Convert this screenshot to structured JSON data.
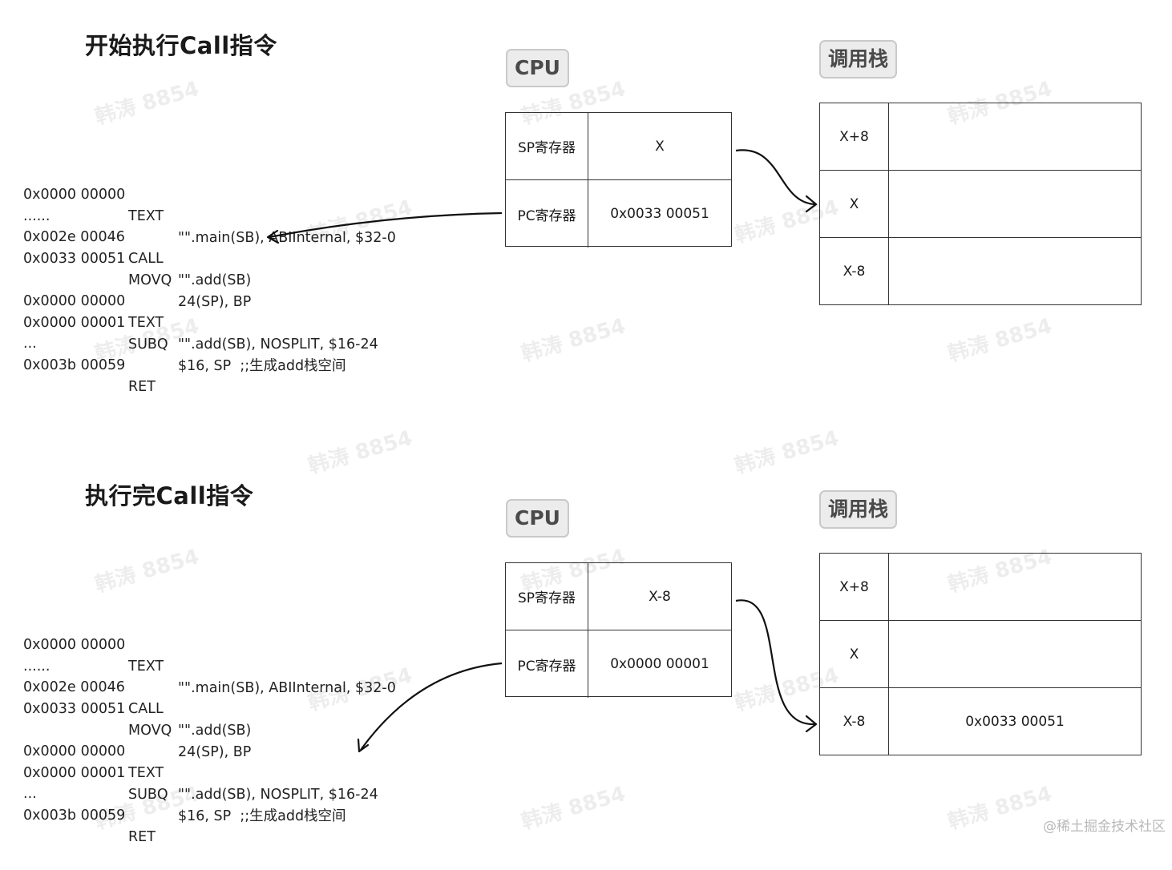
{
  "watermark": "韩涛 8854",
  "footer_credit": "@稀土掘金技术社区",
  "panels": [
    {
      "title": "开始执行Call指令",
      "cpu_tag": "CPU",
      "stack_tag": "调用栈",
      "code": [
        {
          "addr": "0x0000 00000",
          "instr": "TEXT",
          "arg": "\"\".main(SB), ABIInternal, $32-0"
        },
        {
          "addr": "......",
          "instr": "",
          "arg": ""
        },
        {
          "addr": "0x002e 00046",
          "instr": "CALL",
          "arg": "\"\".add(SB)"
        },
        {
          "addr": "0x0033 00051",
          "instr": "MOVQ",
          "arg": "24(SP), BP"
        },
        {
          "addr": "",
          "instr": "",
          "arg": ""
        },
        {
          "addr": "0x0000 00000",
          "instr": "TEXT",
          "arg": "\"\".add(SB), NOSPLIT, $16-24"
        },
        {
          "addr": "0x0000 00001",
          "instr": "SUBQ",
          "arg": "$16, SP  ;;生成add栈空间"
        },
        {
          "addr": "...",
          "instr": "",
          "arg": ""
        },
        {
          "addr": "0x003b 00059",
          "instr": "RET",
          "arg": ""
        }
      ],
      "registers": [
        {
          "name": "SP寄存器",
          "value": "X"
        },
        {
          "name": "PC寄存器",
          "value": "0x0033 00051"
        }
      ],
      "stack": [
        {
          "addr": "X+8",
          "value": ""
        },
        {
          "addr": "X",
          "value": ""
        },
        {
          "addr": "X-8",
          "value": ""
        }
      ]
    },
    {
      "title": "执行完Call指令",
      "cpu_tag": "CPU",
      "stack_tag": "调用栈",
      "code": [
        {
          "addr": "0x0000 00000",
          "instr": "TEXT",
          "arg": "\"\".main(SB), ABIInternal, $32-0"
        },
        {
          "addr": "......",
          "instr": "",
          "arg": ""
        },
        {
          "addr": "0x002e 00046",
          "instr": "CALL",
          "arg": "\"\".add(SB)"
        },
        {
          "addr": "0x0033 00051",
          "instr": "MOVQ",
          "arg": "24(SP), BP"
        },
        {
          "addr": "",
          "instr": "",
          "arg": ""
        },
        {
          "addr": "0x0000 00000",
          "instr": "TEXT",
          "arg": "\"\".add(SB), NOSPLIT, $16-24"
        },
        {
          "addr": "0x0000 00001",
          "instr": "SUBQ",
          "arg": "$16, SP  ;;生成add栈空间"
        },
        {
          "addr": "...",
          "instr": "",
          "arg": ""
        },
        {
          "addr": "0x003b 00059",
          "instr": "RET",
          "arg": ""
        }
      ],
      "registers": [
        {
          "name": "SP寄存器",
          "value": "X-8"
        },
        {
          "name": "PC寄存器",
          "value": "0x0000 00001"
        }
      ],
      "stack": [
        {
          "addr": "X+8",
          "value": ""
        },
        {
          "addr": "X",
          "value": ""
        },
        {
          "addr": "X-8",
          "value": "0x0033 00051"
        }
      ]
    }
  ]
}
